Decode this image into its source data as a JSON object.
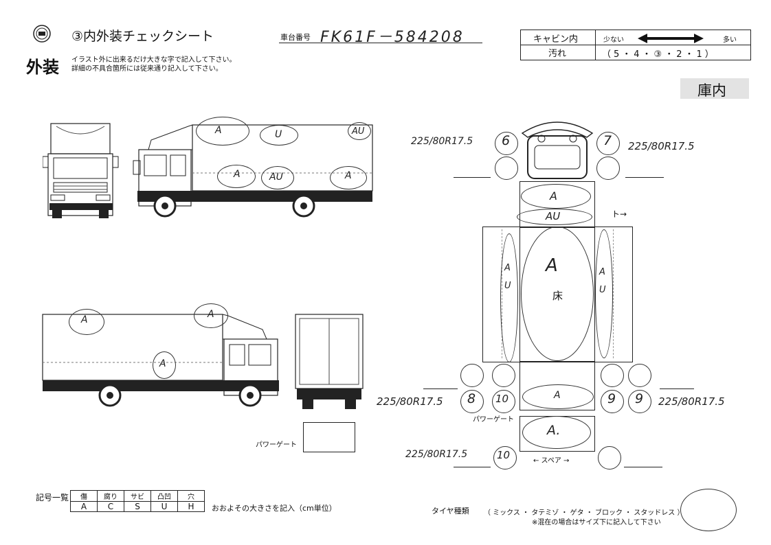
{
  "header": {
    "title": "③内外装チェックシート",
    "chassis_label": "車台番号",
    "chassis_number": "FK61F－584208"
  },
  "cabin": {
    "label_line1": "キャビン内",
    "label_line2": "汚れ",
    "few": "少ない",
    "many": "多い",
    "scale": "（5・4・③・2・1）"
  },
  "exterior": {
    "heading": "外装",
    "note_line1": "イラスト外に出来るだけ大きな字で記入して下さい。",
    "note_line2": "詳細の不具合箇所には従来通り記入して下さい。"
  },
  "interior_heading": "庫内",
  "floor_label": "床",
  "powergate_label": "パワーゲート",
  "spare_label": "← スペア →",
  "tire_sizes": {
    "front_left": "225/80R17.5",
    "front_right": "225/80R17.5",
    "rear_left": "225/80R17.5",
    "rear_right": "225/80R17.5",
    "spare": "225/80R17.5"
  },
  "tire_marks": {
    "front_left": "6",
    "front_right": "7",
    "rear_left_outer": "8",
    "rear_left_inner": "10",
    "rear_right_inner": "9",
    "rear_right_outer": "9",
    "spare": "10"
  },
  "annotations": {
    "side_top_1": "A",
    "side_top_2": "U",
    "side_top_3": "AU",
    "side_low_1": "A",
    "side_low_2": "AU",
    "side_low_3": "A",
    "left_side_1": "A",
    "left_side_2": "A",
    "left_side_3": "A",
    "floor_front": "A",
    "floor_front_strip": "AU",
    "floor_center": "A",
    "wall_left": "AU",
    "wall_right": "AU",
    "floor_rear": "A",
    "gate": "A.",
    "door_mark": "ト→"
  },
  "legend": {
    "title": "記号一覧",
    "headers": [
      "傷",
      "腐り",
      "サビ",
      "凸凹",
      "穴"
    ],
    "codes": [
      "A",
      "C",
      "S",
      "U",
      "H"
    ],
    "note": "おおよその大きさを記入（cm単位）"
  },
  "tire_type": {
    "label": "タイヤ種類",
    "options": "（ ミックス ・ タテミゾ ・ ゲタ ・ ブロック ・ スタッドレス ）",
    "note": "※混在の場合はサイズ下に記入して下さい"
  }
}
